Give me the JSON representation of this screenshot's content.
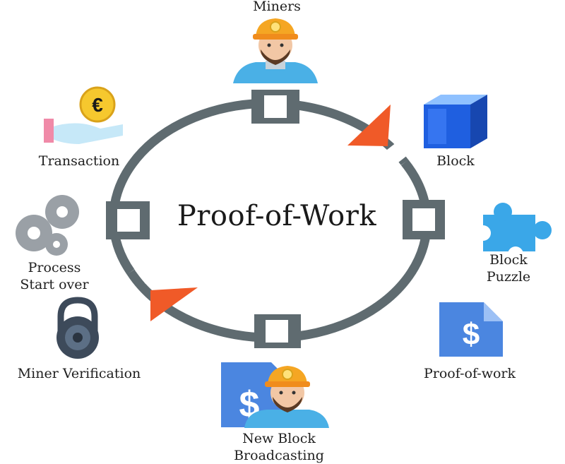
{
  "title": "Proof-of-Work",
  "steps": {
    "miners": "Miners",
    "block": "Block",
    "block_puzzle": [
      "Block",
      "Puzzle"
    ],
    "proof_of_work": "Proof-of-work",
    "new_block_broadcasting": [
      "New Block",
      "Broadcasting"
    ],
    "miner_verification": "Miner Verification",
    "process_start_over": [
      "Process",
      "Start over"
    ],
    "transaction": "Transaction"
  },
  "icons": {
    "currency_symbol": "€",
    "dollar_symbol": "$"
  },
  "colors": {
    "cycle_ring": "#5f6b70",
    "arrow": "#f05a28",
    "block_blue": "#1f5fe0",
    "puzzle_blue": "#3aa7e8",
    "document_blue": "#4b86e0",
    "coin_gold": "#f6c82e",
    "hand_pink": "#f08aa8",
    "gear_gray": "#9aa0a6",
    "helmet_orange": "#f5a623",
    "lock_dark": "#3d4a5a"
  }
}
